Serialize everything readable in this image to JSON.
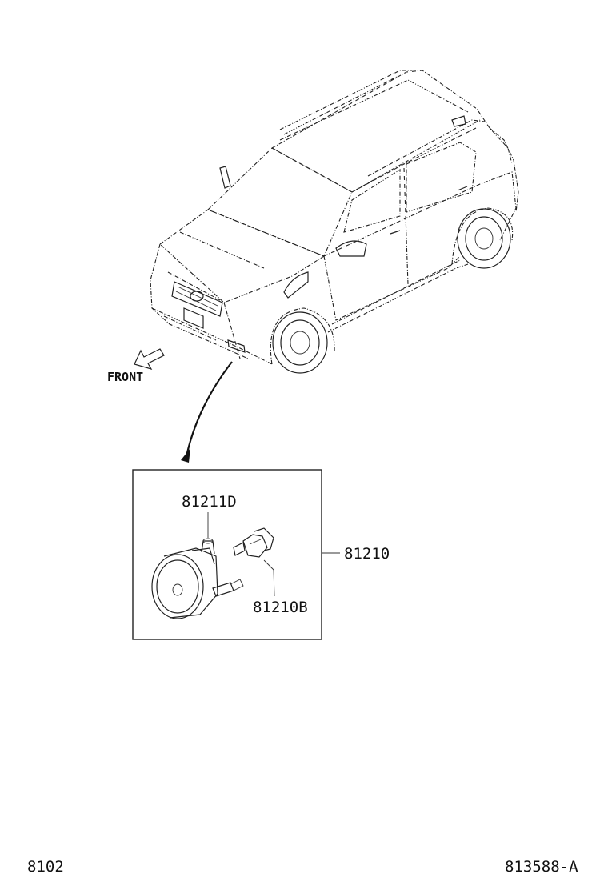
{
  "diagram": {
    "front_label": "FRONT",
    "callouts": {
      "assembly": "81210",
      "bulb": "81210B",
      "socket": "81211D"
    },
    "footer_left": "8102",
    "footer_right": "813588-A"
  }
}
